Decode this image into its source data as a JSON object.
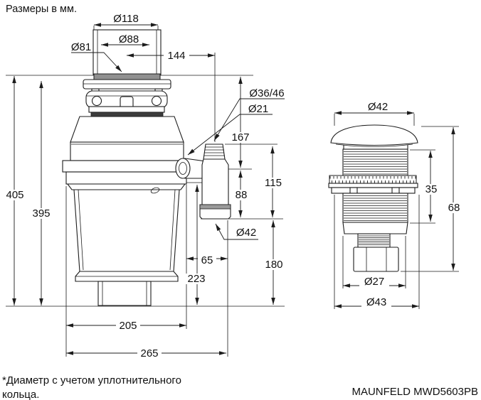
{
  "page": {
    "title": "Размеры в мм.",
    "footnote_line1": "*Диаметр с учетом уплотнительного",
    "footnote_line2": "кольца.",
    "model": "MAUNFELD MWD5603PB"
  },
  "disposer_view": {
    "flange_diameter": "Ø118",
    "tube_diameter": "Ø88",
    "seal_diameter": "Ø81",
    "outlet_offset": "144",
    "outlet_pipe_diameter": "Ø36/46",
    "dishwasher_inlet_diameter": "Ø21",
    "height_sink_to_outlet": "167",
    "outlet_pipe_length": "115",
    "outlet_drop": "88",
    "outlet_end_diameter": "Ø42",
    "total_height": "405",
    "body_height": "395",
    "outlet_side_offset": "65",
    "outlet_axis_height": "223",
    "pipe_bottom_height": "180",
    "body_width": "205",
    "total_width": "265"
  },
  "stopper_view": {
    "cap_diameter": "Ø42",
    "thread_height": "35",
    "total_height": "68",
    "stem_diameter": "Ø27",
    "flange_diameter": "Ø43"
  },
  "colors": {
    "line": "#1c1c1c",
    "background": "#ffffff",
    "seal_dark": "#3c3c3c",
    "seal_gray": "#909090",
    "coupling_gray": "#9a9a9a"
  }
}
